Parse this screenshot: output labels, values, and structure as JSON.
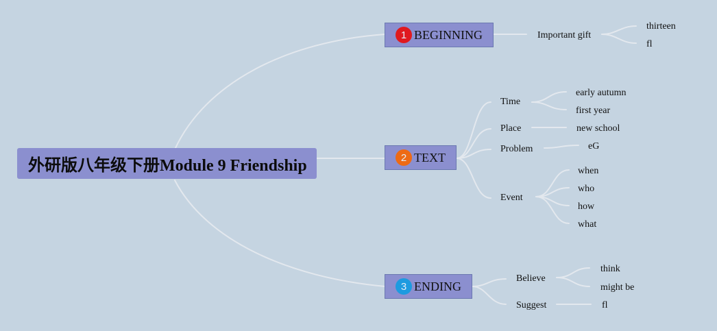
{
  "root": {
    "title": "外研版八年级下册Module 9 Friendship"
  },
  "branches": [
    {
      "number": "1",
      "label": "BEGINNING",
      "badge_color": "#e0191f"
    },
    {
      "number": "2",
      "label": "TEXT",
      "badge_color": "#ee6a14"
    },
    {
      "number": "3",
      "label": "ENDING",
      "badge_color": "#1d9be0"
    }
  ],
  "nodes": {
    "important_gift": "Important gift",
    "thirteen": "thirteen",
    "fl_1": "fl",
    "time": "Time",
    "early_autumn": "early autumn",
    "first_year": "first year",
    "place": "Place",
    "new_school": "new school",
    "problem": "Problem",
    "eg": "eG",
    "event": "Event",
    "when": "when",
    "who": "who",
    "how": "how",
    "what": "what",
    "believe": "Believe",
    "think": "think",
    "might_be": "might be",
    "suggest": "Suggest",
    "fl_2": "fl"
  },
  "colors": {
    "background": "#c5d4e1",
    "node_fill": "#8b8fcf",
    "connector": "#e3e8ee"
  }
}
